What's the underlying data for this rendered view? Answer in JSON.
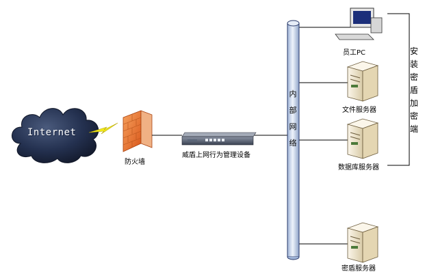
{
  "cloud": {
    "label": "Internet"
  },
  "firewall": {
    "label": "防火墙"
  },
  "appliance": {
    "label": "威盾上网行为管理设备"
  },
  "bus": {
    "label": "内部网络"
  },
  "devices": {
    "pc": {
      "label": "员工PC"
    },
    "file_server": {
      "label": "文件服务器"
    },
    "db_server": {
      "label": "数据库服务器"
    },
    "shield_server": {
      "label": "密盾服务器"
    }
  },
  "bracket": {
    "label": "安装密盾加密端"
  },
  "colors": {
    "cloud": "#1f2a44",
    "firewall": "#e8742c",
    "lightning": "#f2ea1c",
    "bus_fill": "#c9d6ea",
    "bus_stroke": "#2a3a6a",
    "server_body": "#f3ead6",
    "line": "#000000"
  }
}
